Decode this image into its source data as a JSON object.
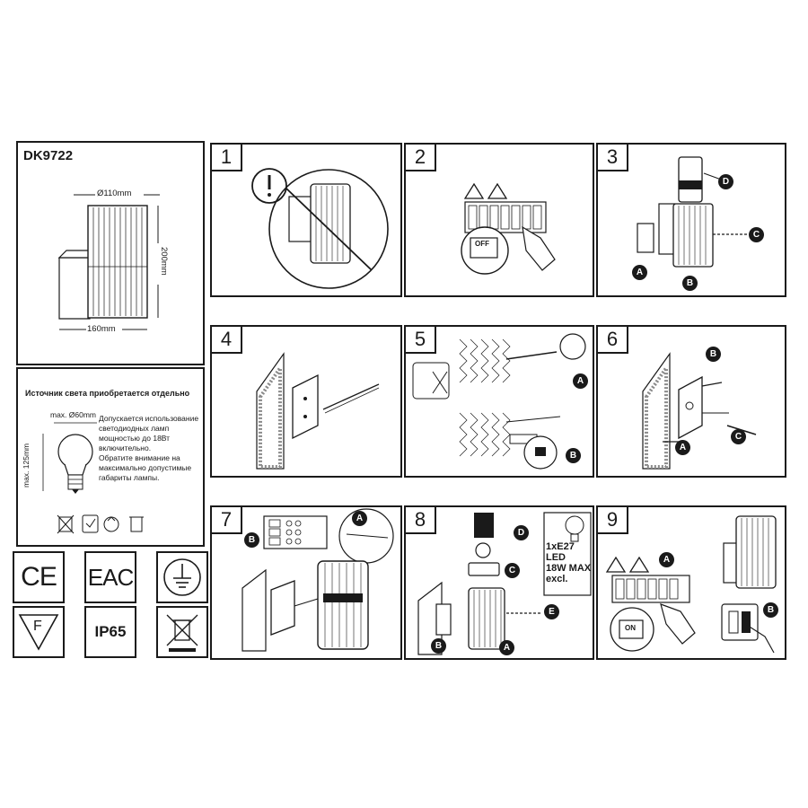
{
  "model": "DK9722",
  "dimensions": {
    "diameter": "Ø110mm",
    "height": "200mm",
    "depth": "160mm"
  },
  "lamp_info": {
    "heading": "Источник света приобретается отдельно",
    "max_diameter": "max. Ø60mm",
    "max_length": "max. 125mm",
    "notes": [
      "Допускается использование",
      "светодиодных ламп",
      "мощностью до 18Вт",
      "включительно.",
      "Обратите внимание на",
      "максимально допустимые",
      "габариты лампы."
    ]
  },
  "certifications": {
    "ip": "IP65",
    "eac": "EAC",
    "ce": "CE",
    "f_mark": "F"
  },
  "steps": [
    "1",
    "2",
    "3",
    "4",
    "5",
    "6",
    "7",
    "8",
    "9"
  ],
  "labels": {
    "a": "A",
    "b": "B",
    "c": "C",
    "d": "D",
    "e": "E"
  },
  "step2_switch": "OFF",
  "step9_switch": "ON",
  "bulb_spec": [
    "1xE27",
    "LED",
    "18W MAX",
    "excl."
  ],
  "colors": {
    "ink": "#1a1a1a",
    "paper": "#ffffff",
    "hatch": "#8a8a8a"
  }
}
